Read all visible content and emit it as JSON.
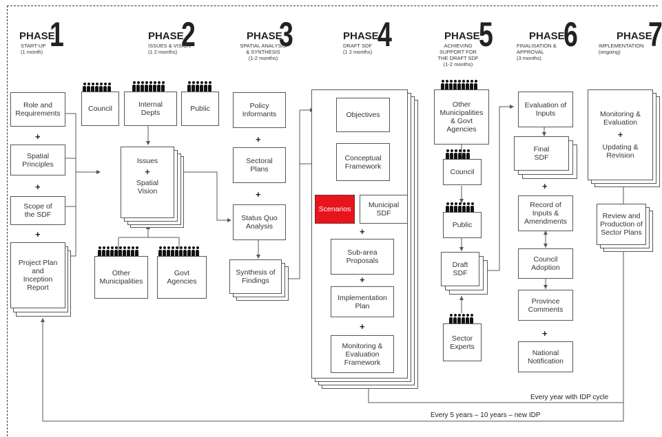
{
  "phases": [
    {
      "word": "PHASE",
      "num": "1",
      "sub": "START-UP\n(1 month)"
    },
    {
      "word": "PHASE",
      "num": "2",
      "sub": "ISSUES & VISION\n(1 2 months)"
    },
    {
      "word": "PHASE",
      "num": "3",
      "sub": "SPATIAL ANALYSIS\n& SYNTHESIS\n(1-2 months)"
    },
    {
      "word": "PHASE",
      "num": "4",
      "sub": "DRAFT SDF\n(1 2 months)"
    },
    {
      "word": "PHASE",
      "num": "5",
      "sub": "ACHIEVING\nSUPPORT FOR\nTHE DRAFT SDF\n(1-2 months)"
    },
    {
      "word": "PHASE",
      "num": "6",
      "sub": "FINALISATION &\nAPPROVAL\n(3 months)"
    },
    {
      "word": "PHASE",
      "num": "7",
      "sub": "IMPLEMENTATION\n(ongoing)"
    }
  ],
  "p1": {
    "role": "Role and\nRequirements",
    "principles": "Spatial\nPrinciples",
    "scope": "Scope of\nthe SDF",
    "plan": "Project Plan\nand\nInception\nReport"
  },
  "p2": {
    "council": "Council",
    "depts": "Internal\nDepts",
    "public": "Public",
    "issues": "Issues",
    "vision": "Spatial\nVision",
    "other": "Other\nMunicipalities",
    "govt": "Govt\nAgencies"
  },
  "p3": {
    "policy": "Policy\nInformants",
    "sectoral": "Sectoral\nPlans",
    "status": "Status Quo\nAnalysis",
    "synthesis": "Synthesis of\nFindings"
  },
  "p4": {
    "objectives": "Objectives",
    "conceptual": "Conceptual\nFramework",
    "scenarios": "Scenarios",
    "municipal": "Municipal\nSDF",
    "subarea": "Sub-area\nProposals",
    "implementation": "Implementation\nPlan",
    "monitoring": "Monitoring &\nEvaluation\nFramework"
  },
  "p5": {
    "other": "Other\nMunicipalities\n& Govt\nAgencies",
    "council": "Council",
    "public": "Public",
    "draft": "Draft\nSDF",
    "experts": "Sector\nExperts"
  },
  "p6": {
    "evaluation": "Evaluation of\nInputs",
    "final": "Final\nSDF",
    "record": "Record of\nInputs &\nAmendments",
    "adoption": "Council\nAdoption",
    "province": "Province\nComments",
    "national": "National\nNotification"
  },
  "p7": {
    "monitoring": "Monitoring &\nEvaluation",
    "updating": "Updating &\nRevision",
    "review": "Review and\nProduction of\nSector Plans"
  },
  "plus": "+",
  "loops": {
    "yearly": "Every year with IDP cycle",
    "five": "Every 5 years – 10 years – new IDP"
  },
  "colors": {
    "highlight": "#e8141c",
    "line": "#555555"
  }
}
